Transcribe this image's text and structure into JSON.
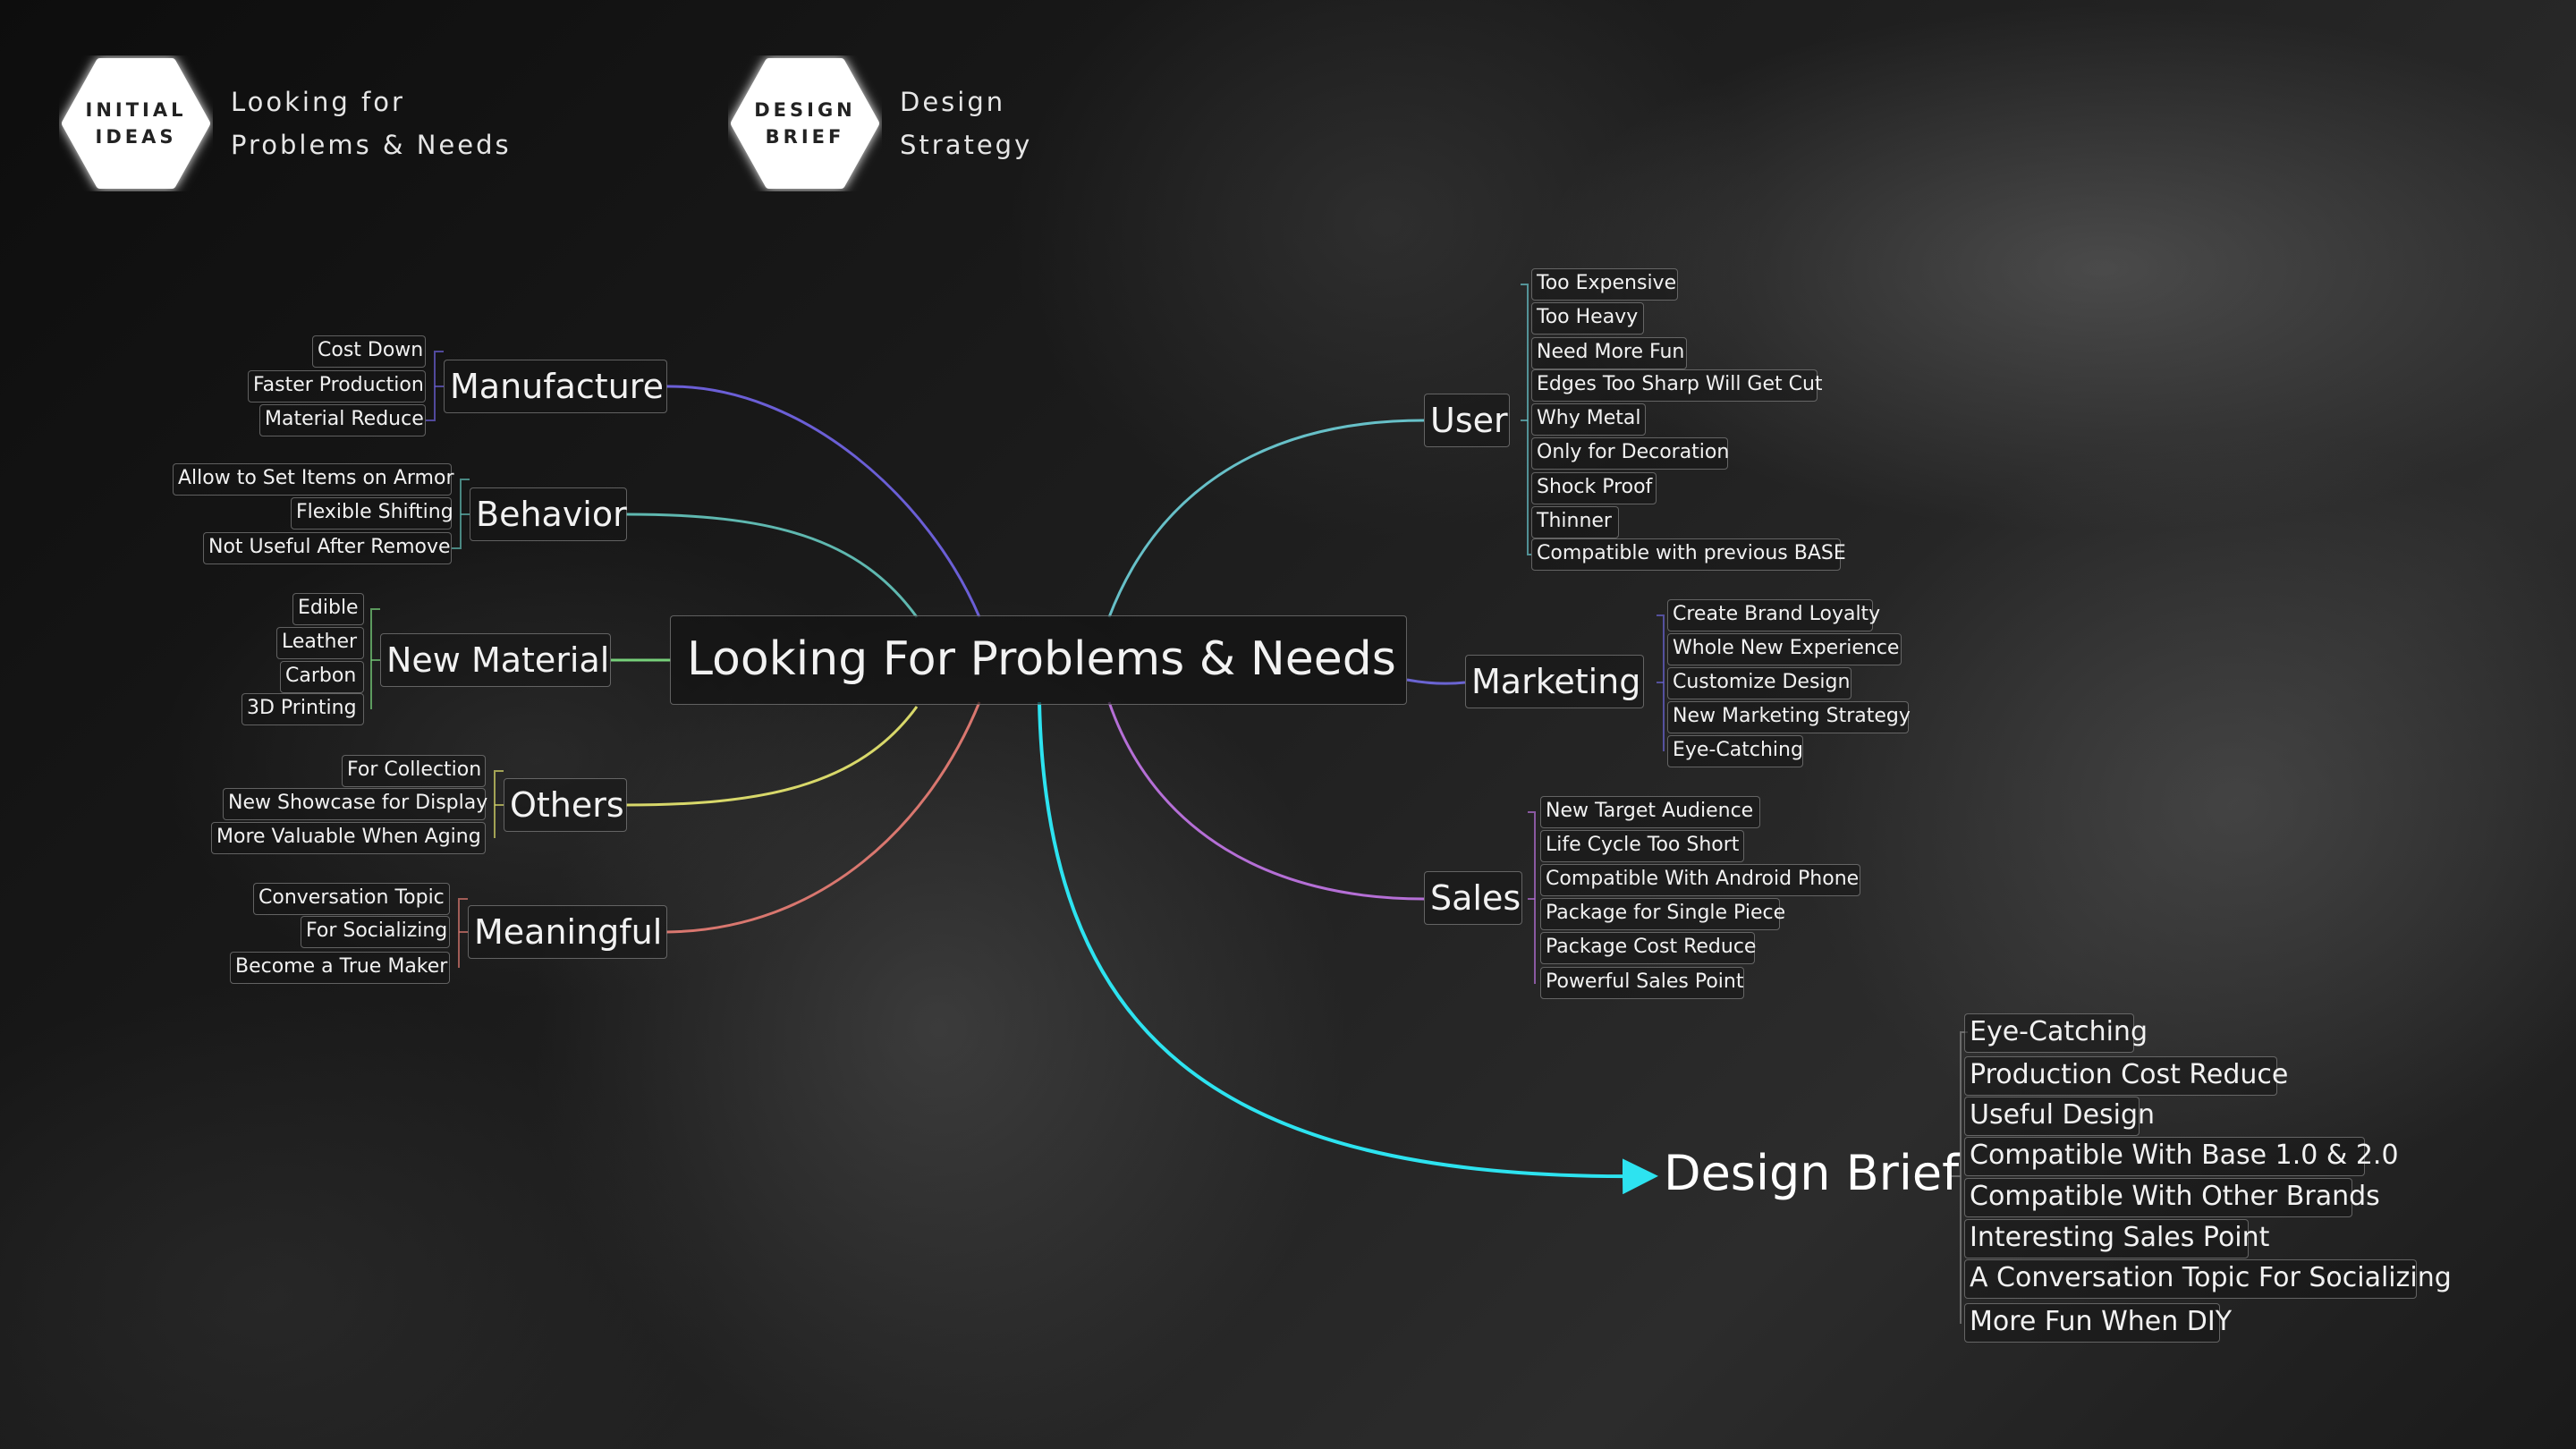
{
  "header": {
    "badge1": {
      "line1": "INITIAL",
      "line2": "IDEAS",
      "text_line1": "Looking for",
      "text_line2": "Problems & Needs"
    },
    "badge2": {
      "line1": "DESIGN",
      "line2": "BRIEF",
      "text_line1": "Design",
      "text_line2": "Strategy"
    }
  },
  "root": {
    "label": "Looking For Problems & Needs"
  },
  "branches": {
    "manufacture": {
      "label": "Manufacture",
      "color": "#6b5fd6",
      "items": [
        "Cost Down",
        "Faster Production",
        "Material Reduce"
      ]
    },
    "behavior": {
      "label": "Behavior",
      "color": "#5fb8b0",
      "items": [
        "Allow to Set Items on Armor",
        "Flexible Shifting",
        "Not Useful After Remove"
      ]
    },
    "new_material": {
      "label": "New Material",
      "color": "#77d07a",
      "items": [
        "Edible",
        "Leather",
        "Carbon",
        "3D Printing"
      ]
    },
    "others": {
      "label": "Others",
      "color": "#d8d86a",
      "items": [
        "For Collection",
        "New Showcase for Display",
        "More Valuable When Aging"
      ]
    },
    "meaningful": {
      "label": "Meaningful",
      "color": "#d9776f",
      "items": [
        "Conversation Topic",
        "For Socializing",
        "Become a True Maker"
      ]
    },
    "user": {
      "label": "User",
      "color": "#67c0c8",
      "items": [
        "Too Expensive",
        "Too Heavy",
        "Need More Fun",
        "Edges Too Sharp Will Get Cut",
        "Why Metal",
        "Only for Decoration",
        "Shock Proof",
        "Thinner",
        "Compatible with previous BASE"
      ]
    },
    "marketing": {
      "label": "Marketing",
      "color": "#6a64d2",
      "items": [
        "Create Brand Loyalty",
        "Whole New Experience",
        "Customize Design",
        "New Marketing Strategy",
        "Eye-Catching"
      ]
    },
    "sales": {
      "label": "Sales",
      "color": "#b56fd6",
      "items": [
        "New Target Audience",
        "Life Cycle Too Short",
        "Compatible With Android Phone",
        "Package for Single Piece",
        "Package Cost Reduce",
        "Powerful Sales Point"
      ]
    }
  },
  "design_brief": {
    "label": "Design Brief",
    "color": "#2de3f0",
    "items": [
      "Eye-Catching",
      "Production Cost Reduce",
      "Useful Design",
      "Compatible With Base 1.0 & 2.0",
      "Compatible With Other Brands",
      "Interesting Sales Point",
      "A Conversation Topic For Socializing",
      "More Fun When DIY"
    ]
  }
}
